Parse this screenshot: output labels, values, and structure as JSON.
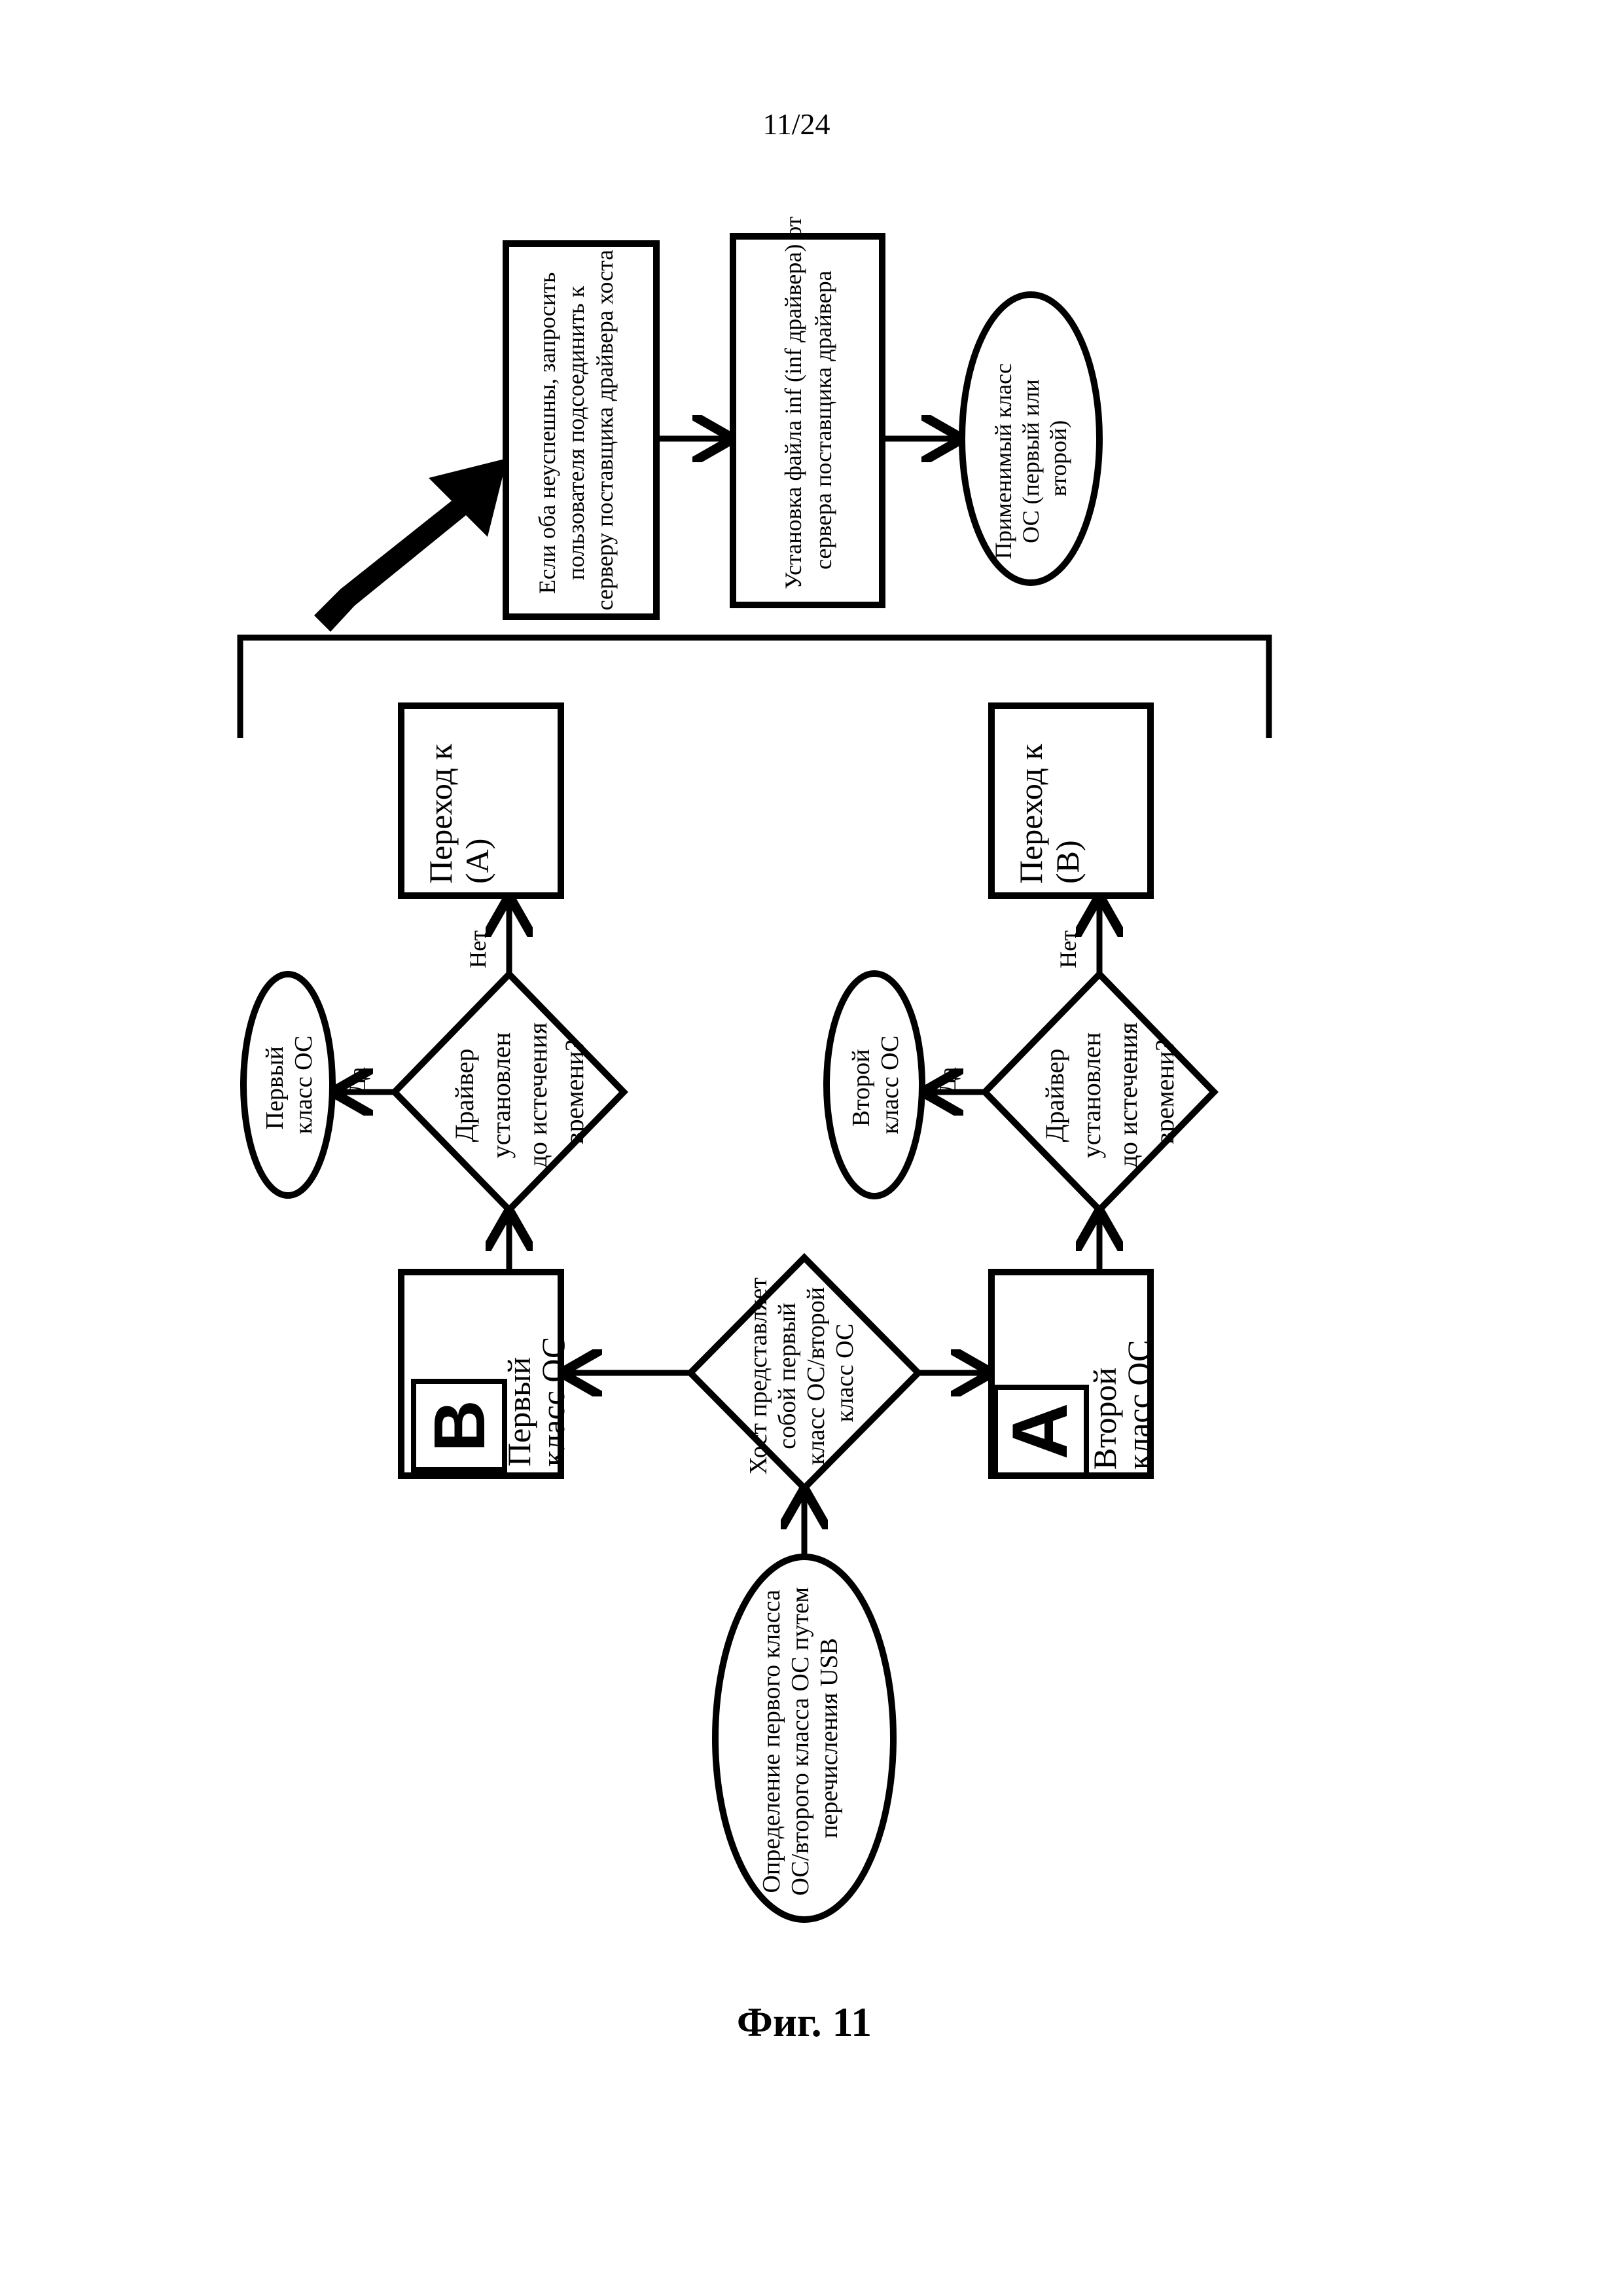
{
  "page_number": "11/24",
  "figure_caption": "Фиг. 11",
  "top_row": {
    "box1": [
      "Если оба неуспешны, запросить",
      "пользователя подсоединить к",
      "серверу поставщика драйвера хоста"
    ],
    "box2": [
      "Установка файла inf (inf драйвера) от",
      "сервера поставщика драйвера"
    ],
    "ellipse": [
      "Применимый класс",
      "ОС (первый или",
      "второй)"
    ]
  },
  "start": [
    "Определение первого класса",
    "ОС/второго класса ОС путем",
    "перечисления USB"
  ],
  "decision_host": [
    "Хост представляет",
    "собой первый",
    "класс ОС/второй",
    "класс ОС"
  ],
  "left_branch": {
    "box_letter": "B",
    "box": [
      "Первый",
      "класс ОС"
    ],
    "decision": [
      "Драйвер",
      "установлен",
      "до истечения",
      "времени?"
    ],
    "yes_label": "Да",
    "no_label": "Нет",
    "yes_result": [
      "Первый",
      "класс ОС"
    ],
    "goto": [
      "Переход к",
      "(A)"
    ]
  },
  "right_branch": {
    "box_letter": "A",
    "box": [
      "Второй",
      "класс ОС"
    ],
    "decision": [
      "Драйвер",
      "установлен",
      "до истечения",
      "времени?"
    ],
    "yes_label": "Да",
    "no_label": "Нет",
    "yes_result": [
      "Второй",
      "класс ОС"
    ],
    "goto": [
      "Переход к",
      "(B)"
    ]
  }
}
